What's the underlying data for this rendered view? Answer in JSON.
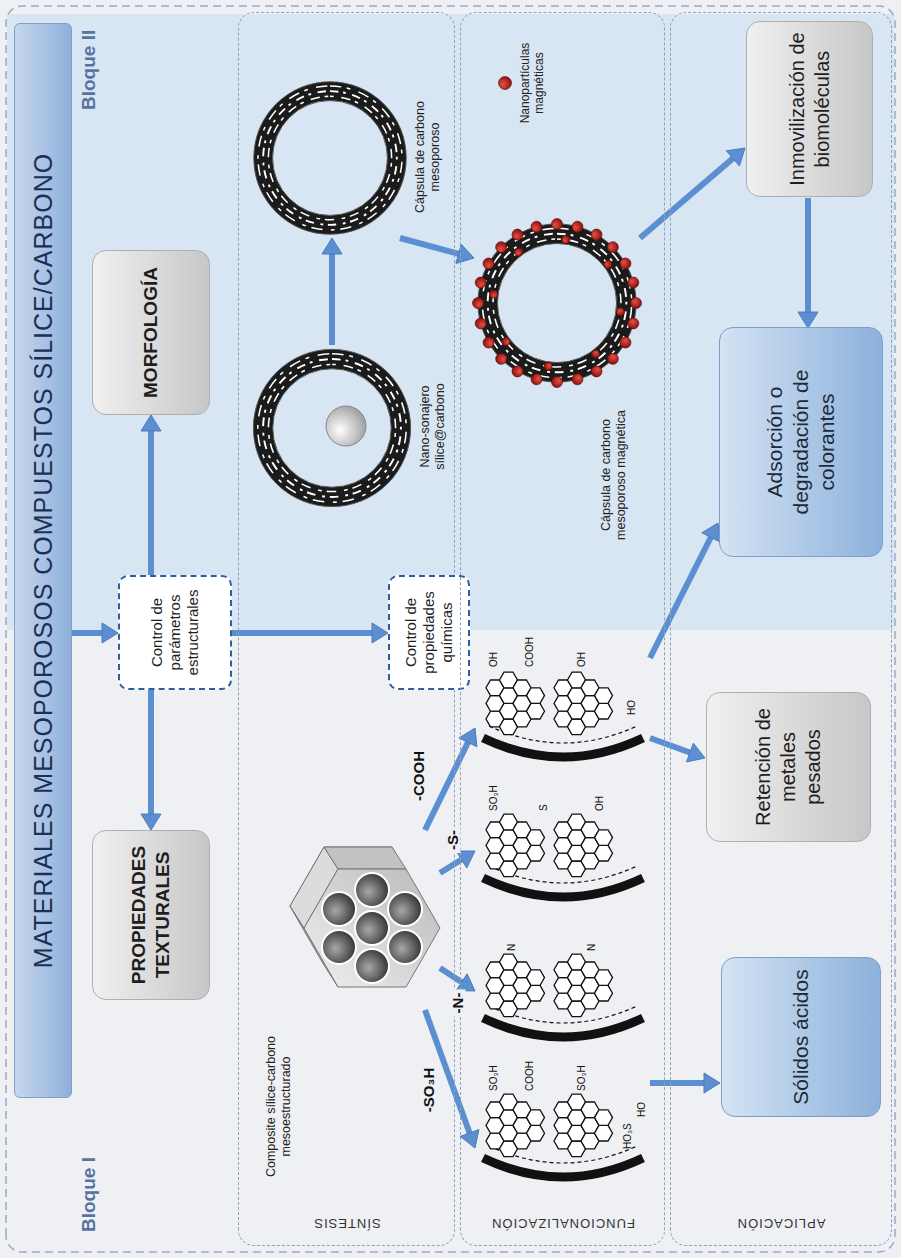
{
  "diagram": {
    "nodes": [
      {
        "text": [
          "MATERIALES MESOPOROSOS COMPUESTOS SÍLICE/CARBONO"
        ]
      },
      {
        "text": [
          "PROPIEDADES TEXTURALES"
        ]
      },
      {
        "text": [
          "Control de parámetros estructurales"
        ]
      },
      {
        "text": [
          "MORFOLOGÍA"
        ]
      },
      {
        "text": [
          "SÍNTESIS"
        ]
      },
      {
        "text": [
          "Composite sílice-carbono mesoestructurado"
        ],
        "in": 4
      },
      {
        "text": [
          "Nano-sonajero sílice@carbono"
        ],
        "in": 4
      },
      {
        "text": [
          "Cápsula de carbono mesoporoso"
        ],
        "in": 4
      },
      {
        "text": [
          "Control de propiedades químicas"
        ]
      },
      {
        "text": [
          "FUNCIONALIZACIÓN"
        ]
      },
      {
        "text": [
          "SO₃H",
          "COOH",
          "SO₃H",
          "HO₃S",
          "HO"
        ],
        "in": 9
      },
      {
        "text": [
          "N",
          "N"
        ],
        "in": 9
      },
      {
        "text": [
          "SO₃H",
          "S",
          "OH"
        ],
        "in": 9
      },
      {
        "text": [
          "OH",
          "COOH",
          "OH",
          "HO"
        ],
        "in": 9
      },
      {
        "text": [
          "Cápsula de carbono mesoporoso magnética"
        ],
        "in": 9
      },
      {
        "text": [
          "APLICACIÓN"
        ]
      },
      {
        "text": [
          "Sólidos ácidos"
        ],
        "in": 15
      },
      {
        "text": [
          "Retención de metales pesados"
        ],
        "in": 15
      },
      {
        "text": [
          "Adsorción o degradación de colorantes"
        ],
        "in": 15
      },
      {
        "text": [
          "Inmovilización de biomoléculas"
        ],
        "in": 15
      }
    ],
    "edges": [
      {
        "from": 0,
        "to": 2,
        "arrow": "to"
      },
      {
        "from": 2,
        "to": 1,
        "arrow": "to"
      },
      {
        "from": 2,
        "to": 3,
        "arrow": "to"
      },
      {
        "from": 2,
        "to": 8,
        "arrow": "to"
      },
      {
        "from": 6,
        "to": 7,
        "arrow": "to"
      },
      {
        "from": 5,
        "to": 10,
        "label": "-SO₃H",
        "arrow": "to"
      },
      {
        "from": 5,
        "to": 11,
        "label": "-N-",
        "arrow": "to"
      },
      {
        "from": 5,
        "to": 12,
        "label": "-S-",
        "arrow": "to"
      },
      {
        "from": 5,
        "to": 13,
        "label": "-COOH",
        "arrow": "to"
      },
      {
        "from": 7,
        "to": 14,
        "arrow": "to"
      },
      {
        "from": 10,
        "to": 16,
        "arrow": "to"
      },
      {
        "from": 13,
        "to": 17,
        "arrow": "to"
      },
      {
        "from": 13,
        "to": 18,
        "arrow": "to"
      },
      {
        "from": 14,
        "to": 19,
        "arrow": "to"
      },
      {
        "from": 19,
        "to": 18,
        "arrow": "to"
      }
    ],
    "labels": [
      "Bloque I",
      "Bloque II",
      "Nanopartículas magnéticas"
    ]
  }
}
